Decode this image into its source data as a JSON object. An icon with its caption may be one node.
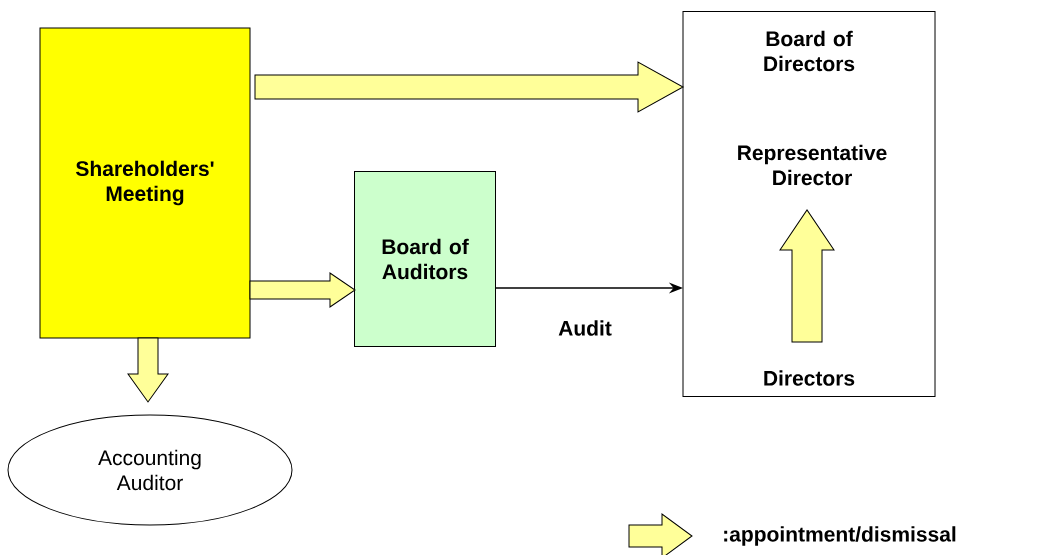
{
  "diagram": {
    "nodes": [
      {
        "text": [
          "Shareholders' Meeting"
        ]
      },
      {
        "text": [
          "Board of Directors"
        ]
      },
      {
        "text": [
          "Representative Director"
        ],
        "in": 1
      },
      {
        "text": [
          "Directors"
        ],
        "in": 1
      },
      {
        "text": [
          "Board of Auditors"
        ]
      },
      {
        "text": [
          "Accounting Auditor"
        ]
      }
    ],
    "edges": [
      {
        "from": 0,
        "to": 1,
        "arrow": "to",
        "style": "thick",
        "color": "#ffff99"
      },
      {
        "from": 0,
        "to": 4,
        "arrow": "to",
        "style": "thick",
        "color": "#ffff99"
      },
      {
        "from": 4,
        "to": 1,
        "arrow": "to",
        "label": "Audit"
      },
      {
        "from": 3,
        "to": 2,
        "arrow": "to",
        "style": "thick",
        "color": "#ffff99"
      },
      {
        "from": 0,
        "to": 5,
        "arrow": "to",
        "style": "thick",
        "color": "#ffff99"
      }
    ],
    "legend": [
      {
        "text": ":appointment/dismissal"
      }
    ]
  }
}
